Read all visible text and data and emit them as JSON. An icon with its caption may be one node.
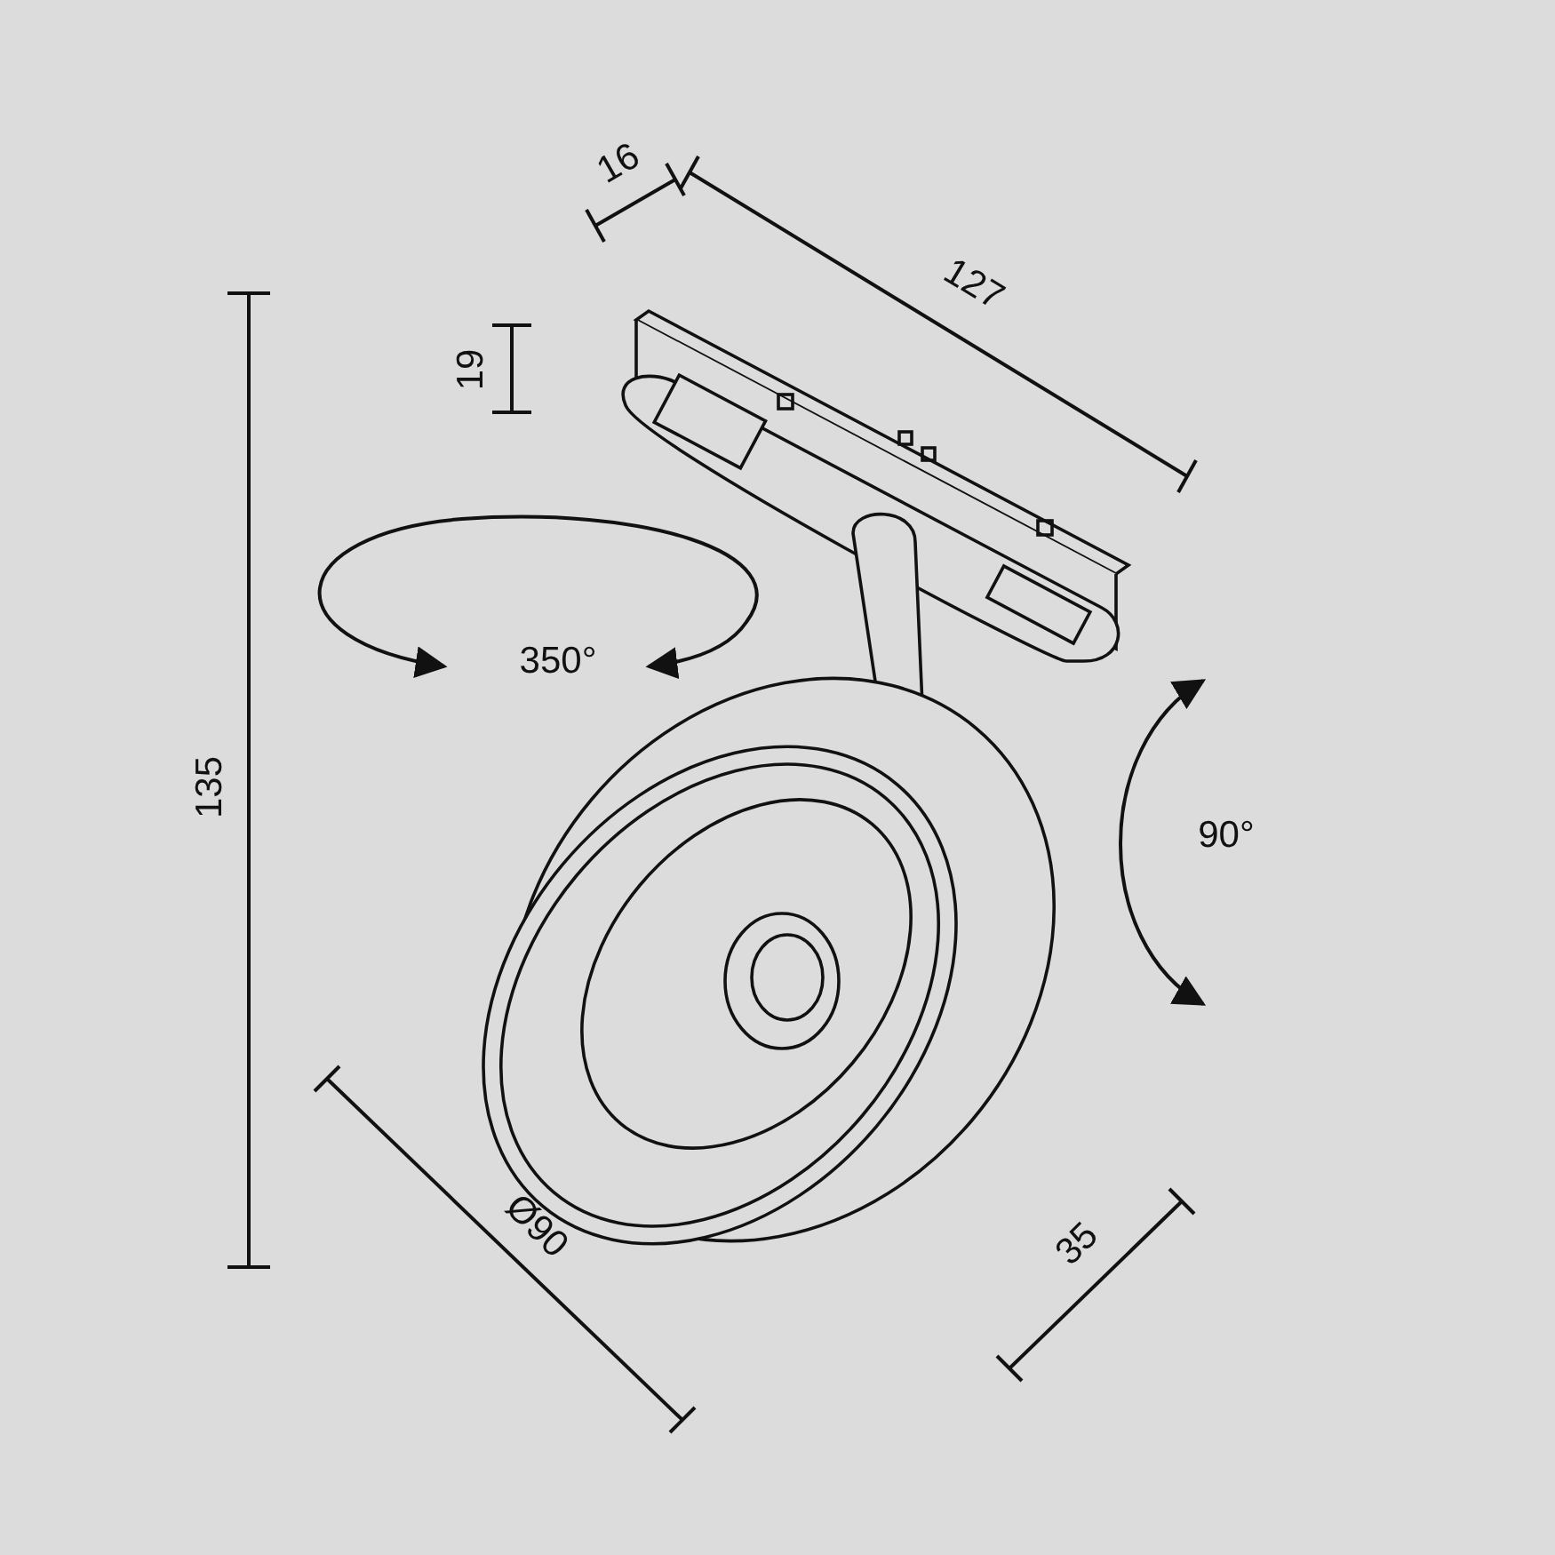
{
  "diagram": {
    "labels": [
      "16",
      "127",
      "19",
      "135",
      "350°",
      "90°",
      "Ø90",
      "35"
    ]
  }
}
